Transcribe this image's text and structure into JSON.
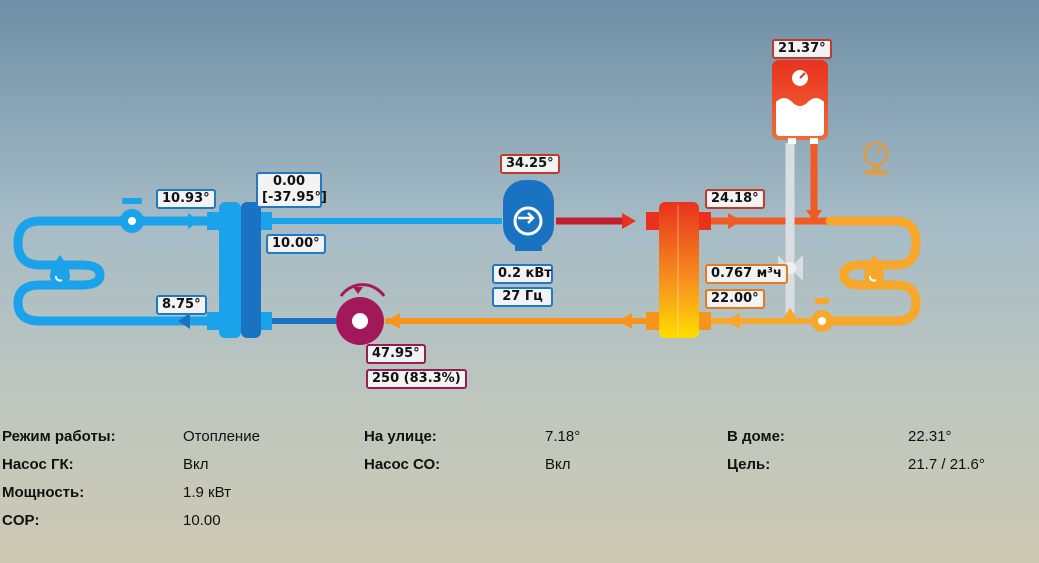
{
  "labels": {
    "brine_in_temp": "10.93°",
    "brine_out_temp": "8.75°",
    "evap_delta": "0.00",
    "evap_delta_abs": "[-37.95°]",
    "evap_temp": "10.00°",
    "compressor_temp": "34.25°",
    "compressor_power": "0.2 кВт",
    "compressor_freq": "27 Гц",
    "tank_temp": "21.37°",
    "supply_temp": "24.18°",
    "flow": "0.767 м³ч",
    "return_temp": "22.00°",
    "valve_temp": "47.95°",
    "valve_steps": "250 (83.3%)"
  },
  "info": [
    {
      "label": "Режим работы:",
      "value": "Отопление"
    },
    {
      "label": "Насос ГК:",
      "value": "Вкл"
    },
    {
      "label": "Мощность:",
      "value": "1.9 кВт"
    },
    {
      "label": "COP:",
      "value": "10.00"
    },
    {
      "label": "На улице:",
      "value": "7.18°"
    },
    {
      "label": "Насос СО:",
      "value": "Вкл"
    },
    {
      "label": "В доме:",
      "value": "22.31°"
    },
    {
      "label": "Цель:",
      "value": "21.7 / 21.6°"
    }
  ],
  "colors": {
    "cold": "#1aa3ea",
    "cold_dark": "#1973c2",
    "hot": "#f05a24",
    "warm": "#f7941d",
    "purple": "#a3185a"
  },
  "icons": [
    "brine-pump-icon",
    "water-drop-icon",
    "compressor-icon",
    "expansion-valve-icon",
    "pressure-gauge-icon",
    "circulation-pump-icon",
    "tank-icon"
  ]
}
